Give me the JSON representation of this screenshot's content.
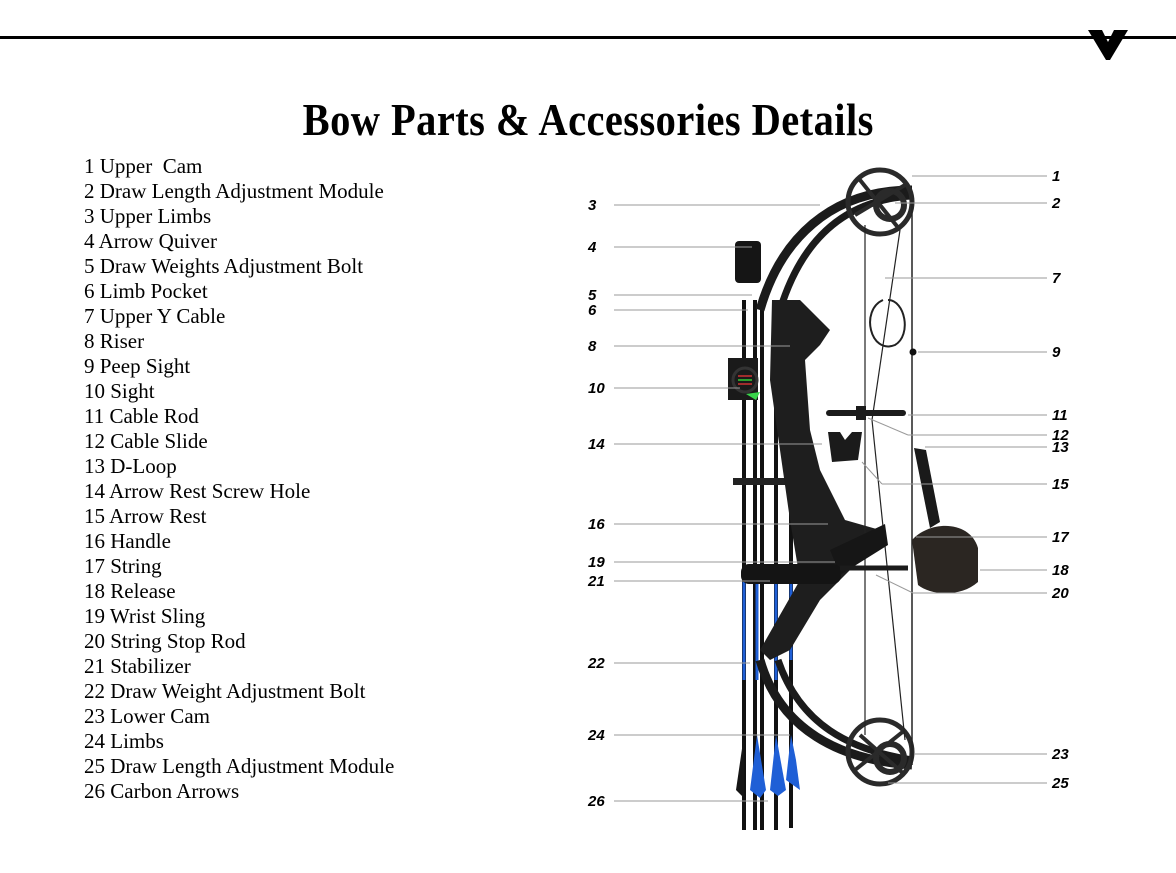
{
  "title": "Bow Parts & Accessories Details",
  "parts": [
    {
      "num": "1",
      "label": "Upper  Cam"
    },
    {
      "num": "2",
      "label": "Draw Length Adjustment Module"
    },
    {
      "num": "3",
      "label": "Upper Limbs"
    },
    {
      "num": "4",
      "label": "Arrow Quiver"
    },
    {
      "num": "5",
      "label": "Draw Weights Adjustment Bolt"
    },
    {
      "num": "6",
      "label": "Limb Pocket"
    },
    {
      "num": "7",
      "label": "Upper Y Cable"
    },
    {
      "num": "8",
      "label": "Riser"
    },
    {
      "num": "9",
      "label": "Peep Sight"
    },
    {
      "num": "10",
      "label": "Sight"
    },
    {
      "num": "11",
      "label": "Cable Rod"
    },
    {
      "num": "12",
      "label": "Cable Slide"
    },
    {
      "num": "13",
      "label": "D-Loop"
    },
    {
      "num": "14",
      "label": "Arrow Rest Screw Hole"
    },
    {
      "num": "15",
      "label": "Arrow Rest"
    },
    {
      "num": "16",
      "label": "Handle"
    },
    {
      "num": "17",
      "label": "String"
    },
    {
      "num": "18",
      "label": "Release"
    },
    {
      "num": "19",
      "label": "Wrist Sling"
    },
    {
      "num": "20",
      "label": "String Stop Rod"
    },
    {
      "num": "21",
      "label": "Stabilizer"
    },
    {
      "num": "22",
      "label": "Draw Weight Adjustment Bolt"
    },
    {
      "num": "23",
      "label": "Lower Cam"
    },
    {
      "num": "24",
      "label": "Limbs"
    },
    {
      "num": "25",
      "label": "Draw Length Adjustment Module"
    },
    {
      "num": "26",
      "label": "Carbon Arrows"
    }
  ],
  "callouts_left": [
    "3",
    "4",
    "5",
    "6",
    "8",
    "10",
    "14",
    "16",
    "19",
    "21",
    "22",
    "24",
    "26"
  ],
  "callouts_right": [
    "1",
    "2",
    "7",
    "9",
    "11",
    "12",
    "13",
    "15",
    "17",
    "18",
    "20",
    "23",
    "25"
  ],
  "colors": {
    "ink": "#000000",
    "leader": "#9a9a9a",
    "bow": "#1e1e1e",
    "arrow_blue": "#1f5fd6",
    "accent_orange": "#d9783a",
    "accent_green": "#38d44a",
    "accent_yellow": "#e2c43a"
  }
}
